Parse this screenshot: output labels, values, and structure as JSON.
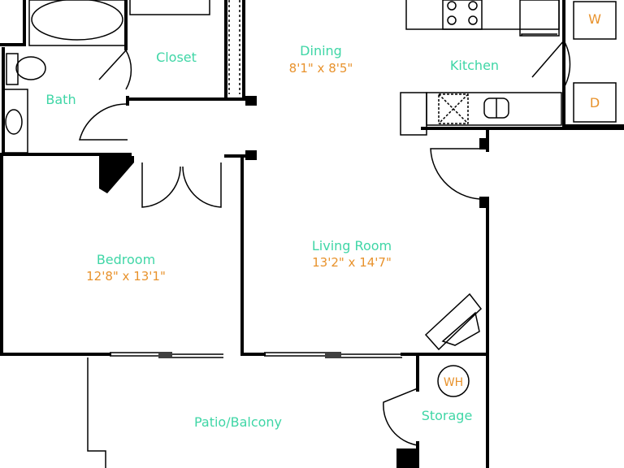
{
  "rooms": {
    "dining": {
      "name": "Dining",
      "dims": "8'1\" x 8'5\""
    },
    "kitchen": {
      "name": "Kitchen"
    },
    "closet": {
      "name": "Closet"
    },
    "bath": {
      "name": "Bath"
    },
    "bedroom": {
      "name": "Bedroom",
      "dims": "12'8\" x 13'1\""
    },
    "living": {
      "name": "Living Room",
      "dims": "13'2\" x 14'7\""
    },
    "patio": {
      "name": "Patio/Balcony"
    },
    "storage": {
      "name": "Storage"
    }
  },
  "appliances": {
    "washer": "W",
    "dryer": "D",
    "water_heater": "WH"
  },
  "colors": {
    "room_label": "#3fd6a6",
    "dimension": "#e8922c",
    "walls": "#000000"
  }
}
